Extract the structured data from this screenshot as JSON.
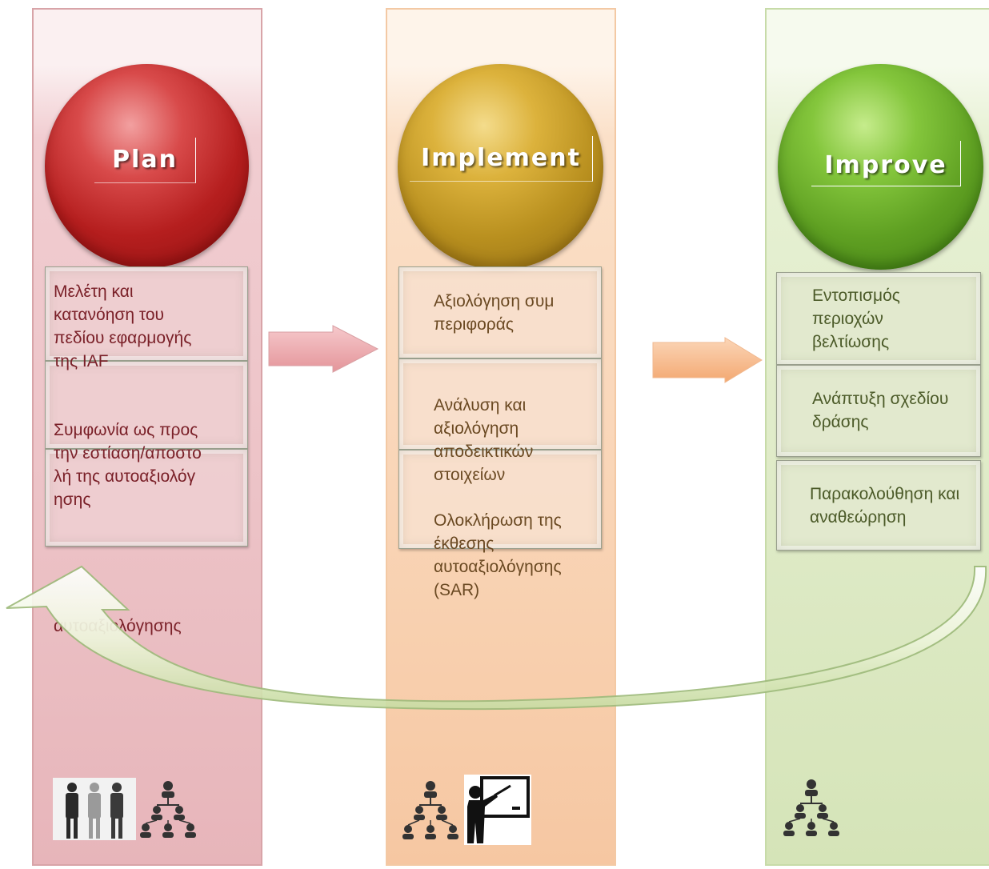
{
  "phases": [
    {
      "title": "Plan",
      "steps": [
        "Μελέτη και κατανόηση του πεδίου εφαρμογής της IAF",
        "Συμφωνία ως προς την εστίαση/αποστολή της αυτοαξιολόγησης",
        "αυτοαξιολόγησης"
      ]
    },
    {
      "title": "Implement",
      "steps": [
        "Αξιολόγηση συμπεριφοράς",
        "Ανάλυση και αξιολόγηση αποδεικτικών στοιχείων",
        "Ολοκλήρωση της έκθεσης αυτοαξιολόγησης (SAR)"
      ]
    },
    {
      "title": "Improve",
      "steps": [
        "Εντοπισμός περιοχών βελτίωσης",
        "Ανάπτυξη σχεδίου δράσης",
        "Παρακολούθηση και αναθεώρηση"
      ]
    }
  ],
  "colors": {
    "plan": "#b51e1e",
    "implement": "#b9901f",
    "improve": "#5fa022"
  },
  "icons": [
    "people-group-icon",
    "hierarchy-icon",
    "presenter-icon"
  ]
}
